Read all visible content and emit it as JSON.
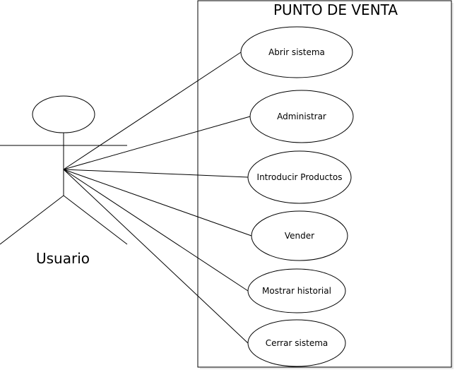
{
  "system": {
    "title": "PUNTO DE VENTA"
  },
  "actor": {
    "label": "Usuario"
  },
  "use_cases": [
    {
      "label": "Abrir sistema"
    },
    {
      "label": "Administrar"
    },
    {
      "label": "Introducir Productos"
    },
    {
      "label": "Vender"
    },
    {
      "label": "Mostrar historial"
    },
    {
      "label": "Cerrar sistema"
    }
  ],
  "colors": {
    "line": "#000000",
    "fill": "#ffffff"
  }
}
